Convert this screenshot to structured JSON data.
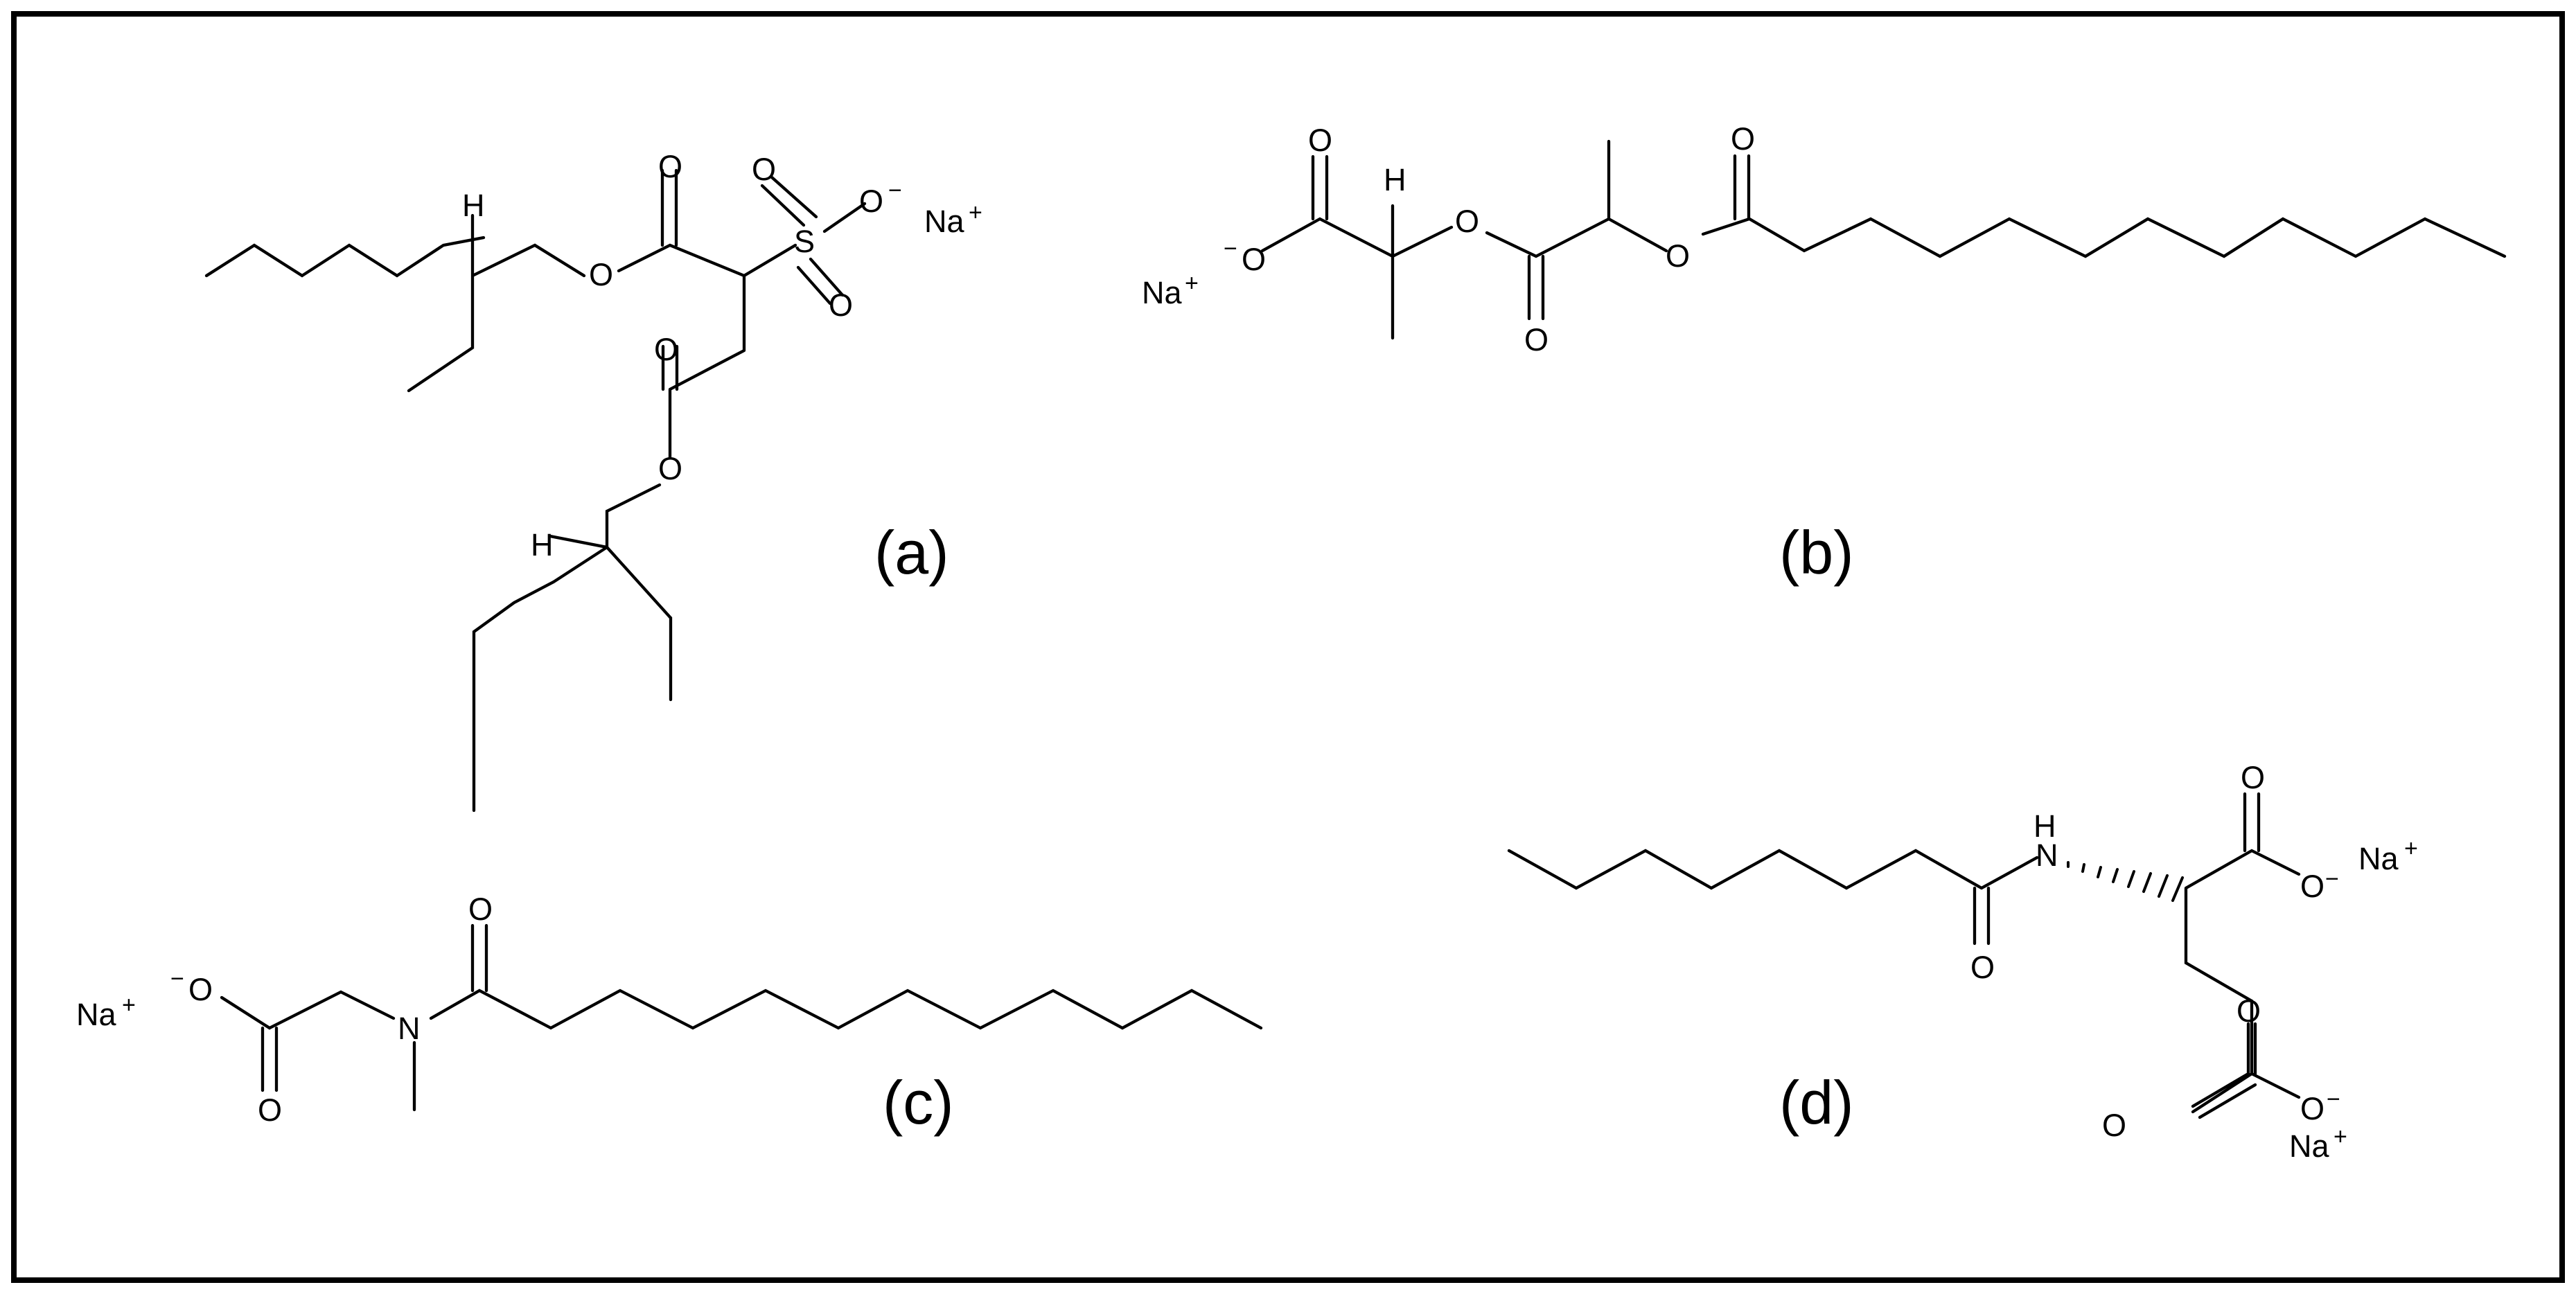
{
  "panels": {
    "a": {
      "label": "(a)"
    },
    "b": {
      "label": "(b)"
    },
    "c": {
      "label": "(c)"
    },
    "d": {
      "label": "(d)"
    }
  },
  "atoms": {
    "H": "H",
    "O": "O",
    "S": "S",
    "N": "N",
    "NH": "H",
    "Na": "Na",
    "plus": "+",
    "minus": "−"
  }
}
